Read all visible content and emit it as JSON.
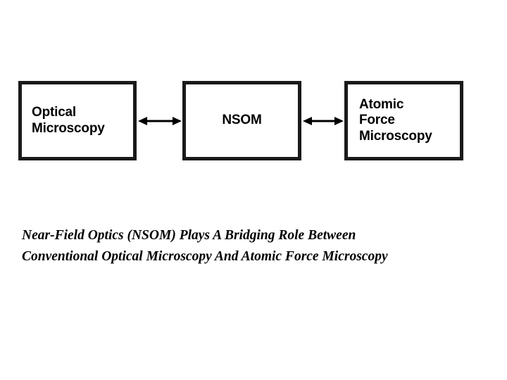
{
  "slide": {
    "background_color": "#ffffff",
    "border_color": "#1a1a1a",
    "text_color": "#000000"
  },
  "diagram": {
    "nodes": [
      {
        "id": "optical-microscopy",
        "label": "Optical\nMicroscopy"
      },
      {
        "id": "nsom",
        "label": "NSOM"
      },
      {
        "id": "atomic-force-microscopy",
        "label": "Atomic\nForce\nMicroscopy"
      }
    ],
    "connectors": [
      {
        "id": "optical-nsom",
        "from": "optical-microscopy",
        "to": "nsom",
        "type": "double-arrow"
      },
      {
        "id": "nsom-afm",
        "from": "nsom",
        "to": "atomic-force-microscopy",
        "type": "double-arrow"
      }
    ]
  },
  "caption": {
    "text": "Near-Field Optics (NSOM) Plays A Bridging Role Between\nConventional Optical Microscopy And Atomic Force Microscopy"
  }
}
